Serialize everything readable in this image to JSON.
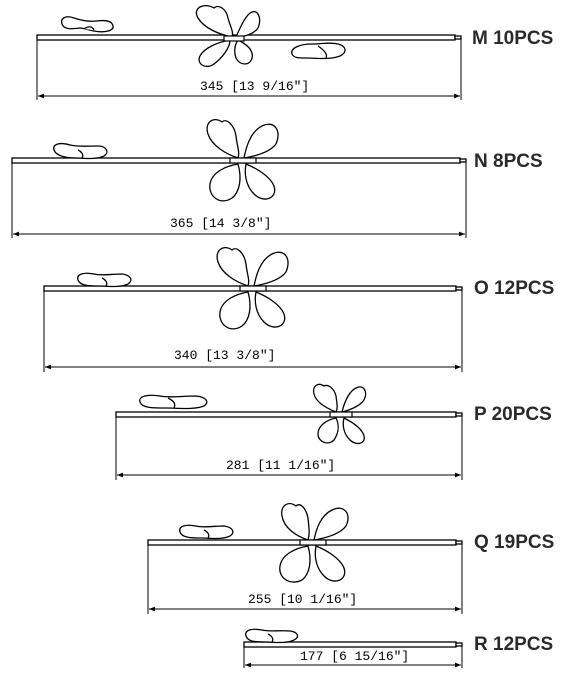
{
  "parts": [
    {
      "code": "M",
      "label": "M 10PCS",
      "dimension": "345 [13 9/16\"]"
    },
    {
      "code": "N",
      "label": "N 8PCS",
      "dimension": "365 [14 3/8\"]"
    },
    {
      "code": "O",
      "label": "O 12PCS",
      "dimension": "340 [13 3/8\"]"
    },
    {
      "code": "P",
      "label": "P 20PCS",
      "dimension": "281 [11 1/16\"]"
    },
    {
      "code": "Q",
      "label": "Q 19PCS",
      "dimension": "255 [10 1/16\"]"
    },
    {
      "code": "R",
      "label": "R 12PCS",
      "dimension": "177 [6 15/16\"]"
    }
  ]
}
